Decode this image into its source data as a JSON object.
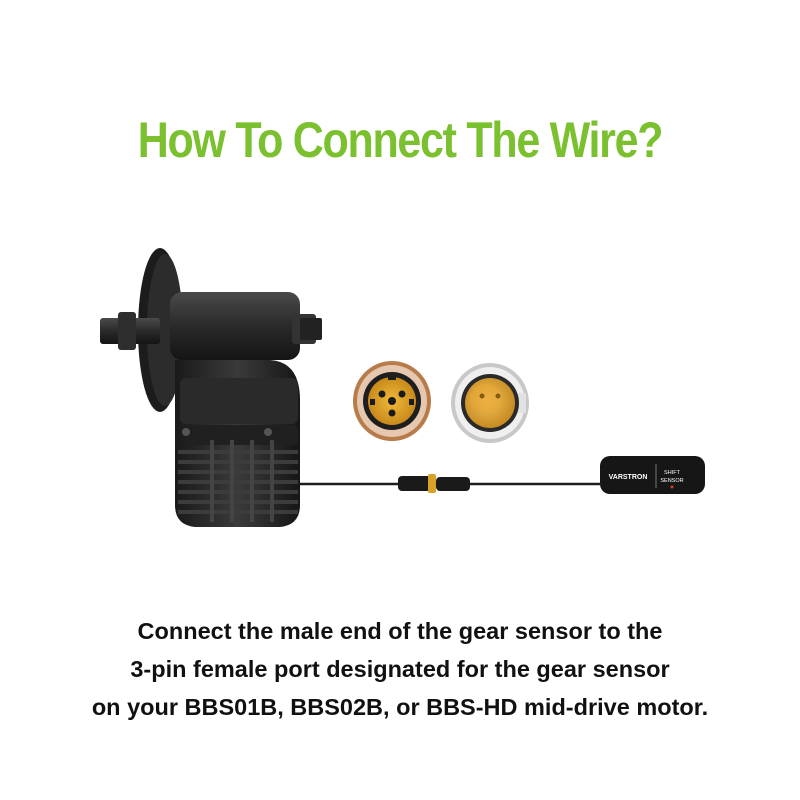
{
  "title": "How To Connect The Wire?",
  "colors": {
    "title": "#7bc02f",
    "connector_yellow": "#e3a82a",
    "motor": "#262626"
  },
  "sensor": {
    "brand": "VARSTRON",
    "label_line1": "SHIFT",
    "label_line2": "SENSOR"
  },
  "caption": {
    "line1": "Connect the male end of the gear sensor to the",
    "line2": "3-pin female port designated for the gear sensor",
    "line3": "on your BBS01B, BBS02B, or BBS-HD mid-drive motor."
  }
}
